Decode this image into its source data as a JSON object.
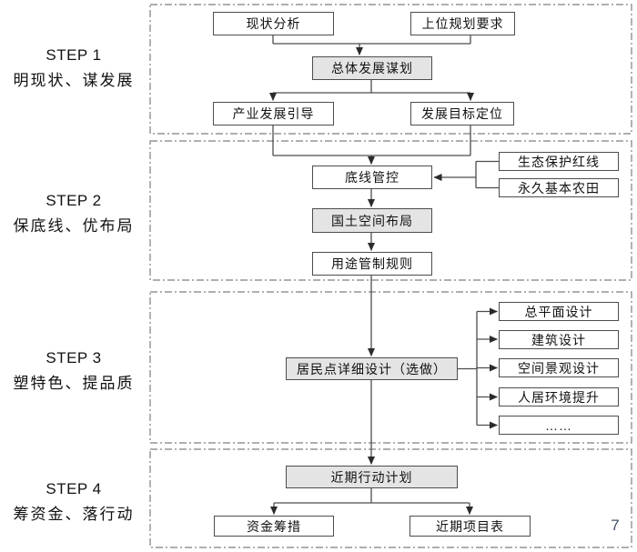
{
  "steps": [
    {
      "label": "STEP 1",
      "subtitle": "明现状、谋发展"
    },
    {
      "label": "STEP 2",
      "subtitle": "保底线、优布局"
    },
    {
      "label": "STEP 3",
      "subtitle": "塑特色、提品质"
    },
    {
      "label": "STEP 4",
      "subtitle": "筹资金、落行动"
    }
  ],
  "nodes": {
    "status_analysis": "现状分析",
    "upper_plan_requirements": "上位规划要求",
    "overall_development_plan": "总体发展谋划",
    "industry_development_guidance": "产业发展引导",
    "development_goal_positioning": "发展目标定位",
    "bottom_line_control": "底线管控",
    "ecological_protection_redline": "生态保护红线",
    "permanent_basic_farmland": "永久基本农田",
    "territorial_spatial_layout": "国土空间布局",
    "use_control_rules": "用途管制规则",
    "settlement_detailed_design": "居民点详细设计（选做）",
    "master_plan_design": "总平面设计",
    "architectural_design": "建筑设计",
    "spatial_landscape_design": "空间景观设计",
    "living_environment_improvement": "人居环境提升",
    "ellipsis": "……",
    "near_term_action_plan": "近期行动计划",
    "fund_raising": "资金筹措",
    "near_term_project_list": "近期项目表"
  },
  "page": {
    "number": "7"
  },
  "colors": {
    "line": "#4d4d4d",
    "arrow": "#2b2b2b",
    "container_border": "#7f7f7f",
    "highlight_fill": "#e4e4e4",
    "node_border": "#4d4d4d"
  }
}
